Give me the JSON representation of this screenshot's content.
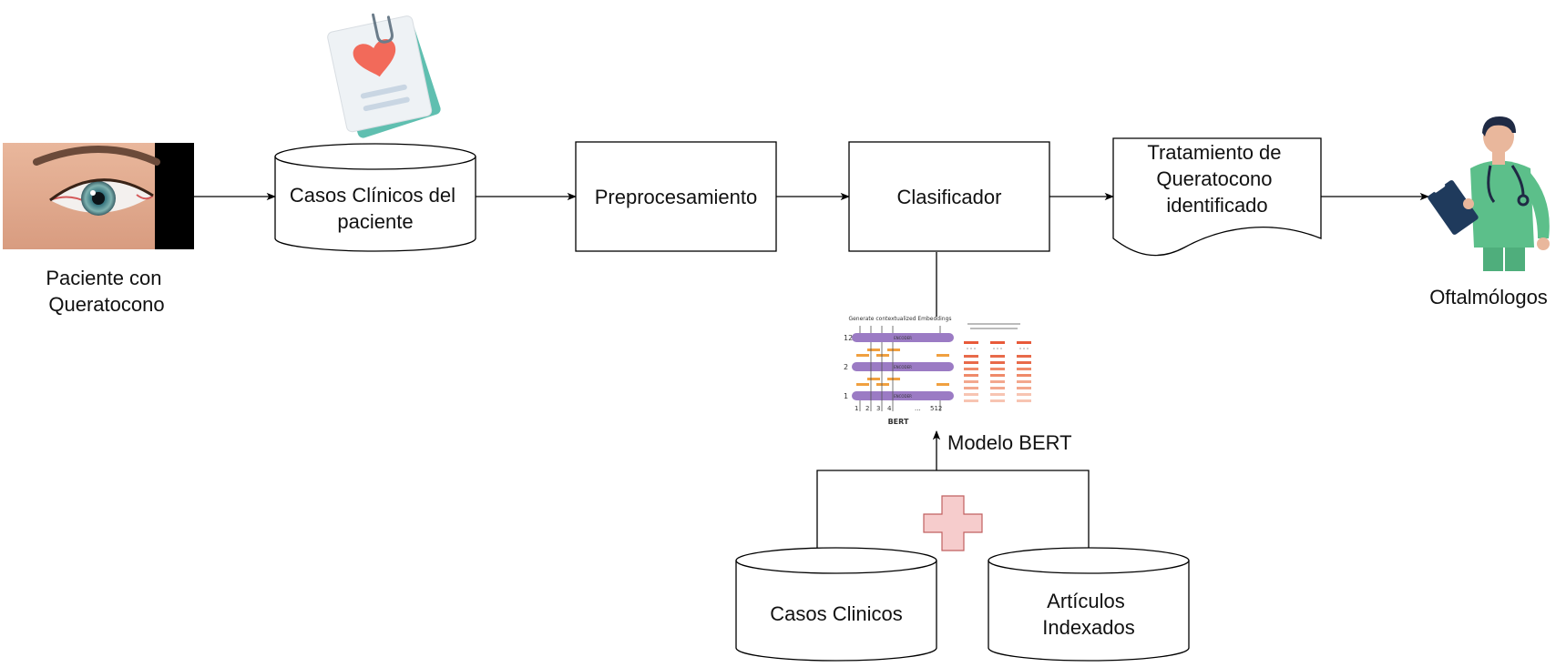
{
  "nodes": {
    "patient": {
      "label": [
        "Paciente con",
        "Queratocono"
      ]
    },
    "clinical_cases_patient": {
      "label": [
        "Casos Clínicos del",
        "paciente"
      ]
    },
    "preprocessing": {
      "label": [
        "Preprocesamiento"
      ]
    },
    "classifier": {
      "label": [
        "Clasificador"
      ]
    },
    "treatment": {
      "label": [
        "Tratamiento de",
        "Queratocono",
        "identificado"
      ]
    },
    "ophthalmologists": {
      "label": [
        "Oftalmólogos"
      ]
    },
    "bert_model": {
      "label": [
        "Modelo BERT"
      ],
      "figure_title": "BERT",
      "figure_header": "Generate contextualized Embeddings",
      "encoder_label": "ENCODER",
      "layer_labels": [
        "12",
        "2",
        "1"
      ],
      "token_labels": [
        "1",
        "2",
        "3",
        "4",
        "...",
        "512"
      ]
    },
    "clinical_cases": {
      "label": [
        "Casos Clinicos"
      ]
    },
    "indexed_articles": {
      "label": [
        "Artículos",
        "Indexados"
      ]
    }
  },
  "edges": [
    {
      "from": "patient",
      "to": "clinical_cases_patient"
    },
    {
      "from": "clinical_cases_patient",
      "to": "preprocessing"
    },
    {
      "from": "preprocessing",
      "to": "classifier"
    },
    {
      "from": "classifier",
      "to": "treatment"
    },
    {
      "from": "treatment",
      "to": "ophthalmologists"
    },
    {
      "from": "bert_model",
      "to": "classifier"
    },
    {
      "from": "clinical_cases",
      "to": "bert_model"
    },
    {
      "from": "indexed_articles",
      "to": "bert_model"
    }
  ],
  "icons": {
    "eye": "eye-photo",
    "clipboard": "medical-clipboard-icon",
    "plus": "plus-icon",
    "doctor": "doctor-illustration"
  },
  "colors": {
    "stroke": "#000000",
    "bert_purple": "#9b7bc4",
    "bert_orange": "#f0a040",
    "plus_fill": "#f6cccc",
    "plus_stroke": "#c06060",
    "clip_teal": "#5fbfb0",
    "heart": "#f26a5a",
    "doctor_scrubs": "#5cbf8a",
    "doctor_hair": "#1f2a44"
  }
}
